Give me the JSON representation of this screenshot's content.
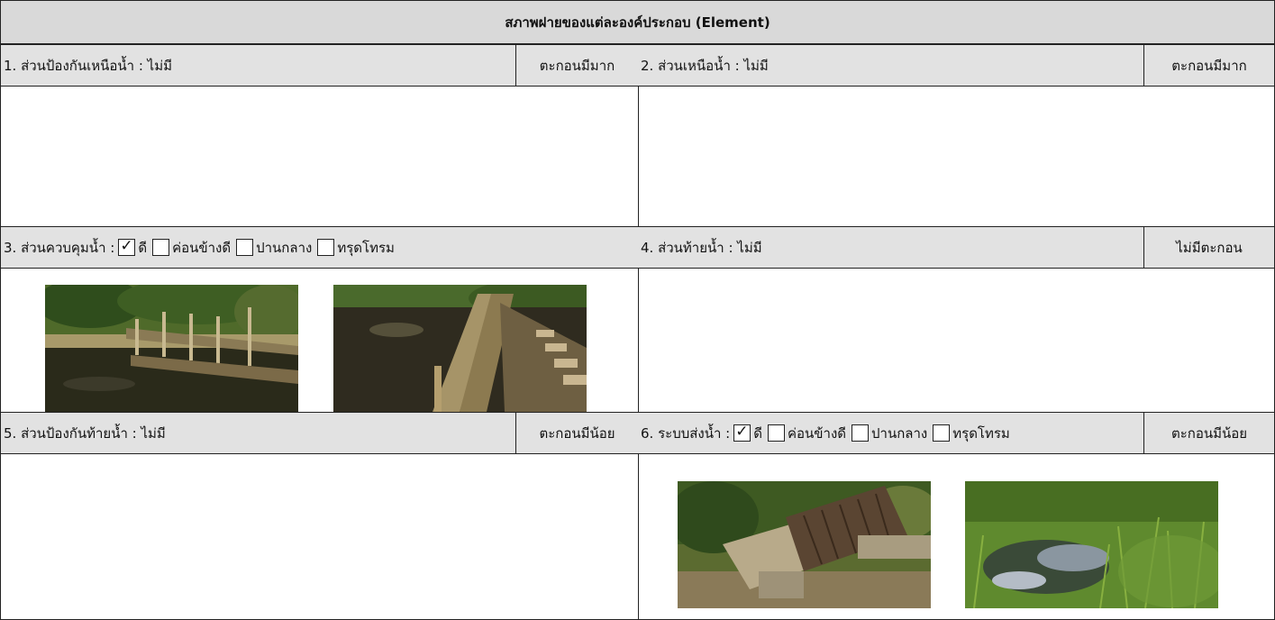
{
  "title": "สภาพฝายของแต่ละองค์ประกอบ (Element)",
  "sections": [
    {
      "id": "1",
      "label": "1. ส่วนป้องกันเหนือน้ำ : ไม่มี",
      "status": "ตะกอนมีมาก"
    },
    {
      "id": "2",
      "label": "2. ส่วนเหนือน้ำ : ไม่มี",
      "status": "ตะกอนมีมาก"
    },
    {
      "id": "3",
      "label_prefix": "3. ส่วนควบคุมน้ำ :",
      "options": [
        {
          "label": "ดี",
          "checked": true
        },
        {
          "label": "ค่อนข้างดี",
          "checked": false
        },
        {
          "label": "ปานกลาง",
          "checked": false
        },
        {
          "label": "ทรุดโทรม",
          "checked": false
        }
      ],
      "status": ""
    },
    {
      "id": "4",
      "label": "4. ส่วนท้ายน้ำ : ไม่มี",
      "status": "ไม่มีตะกอน"
    },
    {
      "id": "5",
      "label": "5. ส่วนป้องกันท้ายน้ำ : ไม่มี",
      "status": "ตะกอนมีน้อย"
    },
    {
      "id": "6",
      "label_prefix": "6. ระบบส่งน้ำ :",
      "options": [
        {
          "label": "ดี",
          "checked": true
        },
        {
          "label": "ค่อนข้างดี",
          "checked": false
        },
        {
          "label": "ปานกลาง",
          "checked": false
        },
        {
          "label": "ทรุดโทรม",
          "checked": false
        }
      ],
      "status": "ตะกอนมีน้อย"
    }
  ],
  "colors": {
    "header_bg": "#e2e2e2",
    "title_bg": "#d9d9d9",
    "border": "#222222"
  }
}
